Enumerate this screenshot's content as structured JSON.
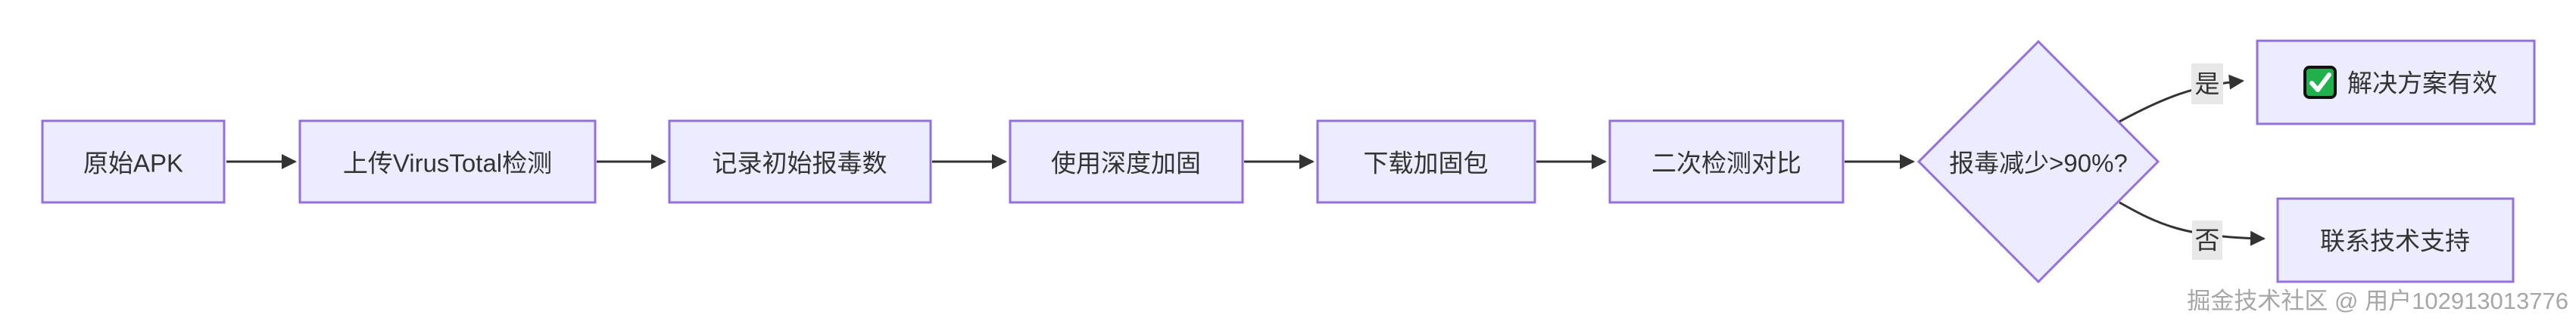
{
  "diagram": {
    "type": "flowchart",
    "direction": "left-to-right",
    "nodes": [
      {
        "id": "original-apk",
        "shape": "rect",
        "label": "原始APK"
      },
      {
        "id": "upload-virustotal",
        "shape": "rect",
        "label": "上传VirusTotal检测"
      },
      {
        "id": "record-initial-detections",
        "shape": "rect",
        "label": "记录初始报毒数"
      },
      {
        "id": "apply-deep-hardening",
        "shape": "rect",
        "label": "使用深度加固"
      },
      {
        "id": "download-hardened-package",
        "shape": "rect",
        "label": "下载加固包"
      },
      {
        "id": "second-scan-compare",
        "shape": "rect",
        "label": "二次检测对比"
      },
      {
        "id": "decision-reduction-90",
        "shape": "diamond",
        "label": "报毒减少>90%?"
      },
      {
        "id": "solution-effective",
        "shape": "rect",
        "label": "解决方案有效",
        "icon": "✅",
        "icon_name": "check-mark-icon"
      },
      {
        "id": "contact-support",
        "shape": "rect",
        "label": "联系技术支持"
      }
    ],
    "edges": [
      {
        "from": "original-apk",
        "to": "upload-virustotal",
        "label": ""
      },
      {
        "from": "upload-virustotal",
        "to": "record-initial-detections",
        "label": ""
      },
      {
        "from": "record-initial-detections",
        "to": "apply-deep-hardening",
        "label": ""
      },
      {
        "from": "apply-deep-hardening",
        "to": "download-hardened-package",
        "label": ""
      },
      {
        "from": "download-hardened-package",
        "to": "second-scan-compare",
        "label": ""
      },
      {
        "from": "second-scan-compare",
        "to": "decision-reduction-90",
        "label": ""
      },
      {
        "from": "decision-reduction-90",
        "to": "solution-effective",
        "label": "是"
      },
      {
        "from": "decision-reduction-90",
        "to": "contact-support",
        "label": "否"
      }
    ],
    "colors": {
      "node_fill": "#ECECFF",
      "node_border": "#9370DB",
      "edge_line": "#333333",
      "edge_label_bg": "#e8e8e8",
      "text": "#333333",
      "check_icon_green": "#21b14c",
      "check_icon_check": "#ffffff",
      "watermark_gray": "#a6a6a6"
    }
  },
  "watermark": {
    "text": "掘金技术社区 @ 用户102913013776"
  }
}
